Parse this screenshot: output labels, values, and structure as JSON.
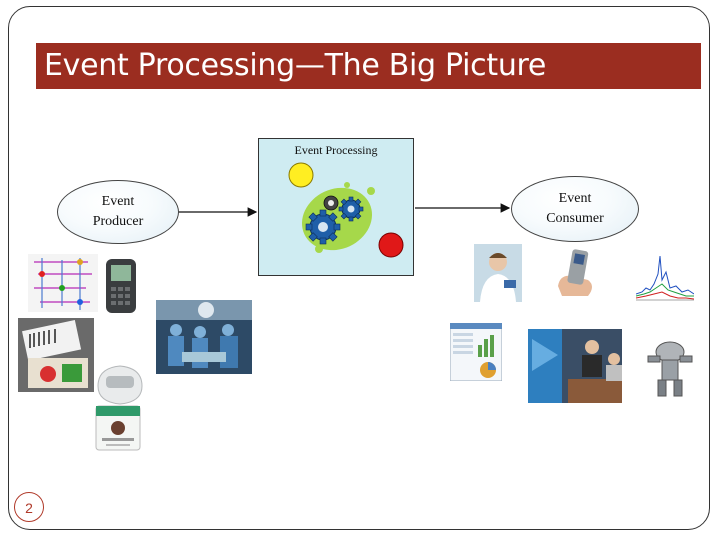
{
  "slide": {
    "title": "Event Processing—The Big Picture",
    "page_number": "2"
  },
  "diagram": {
    "processor_label": "Event Processing",
    "producer_label": [
      "Event",
      "Producer"
    ],
    "consumer_label": [
      "Event",
      "Consumer"
    ]
  },
  "colors": {
    "title_bar": "#9b2d20",
    "processor_fill": "#cfecf2",
    "yellow_event": "#ffee22",
    "red_event": "#e01818",
    "engine_green": "#a6d84a",
    "gear_blue": "#1f5fa8"
  }
}
